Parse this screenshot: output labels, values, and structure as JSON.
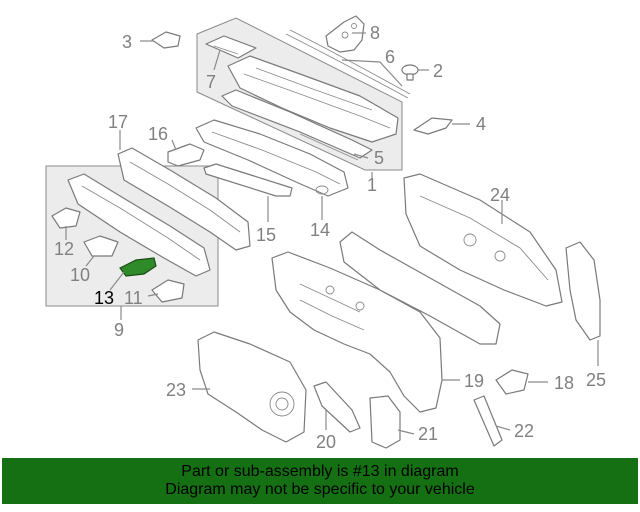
{
  "callouts": [
    {
      "id": "1",
      "text": "1"
    },
    {
      "id": "2",
      "text": "2"
    },
    {
      "id": "3",
      "text": "3"
    },
    {
      "id": "4",
      "text": "4"
    },
    {
      "id": "5",
      "text": "5"
    },
    {
      "id": "6",
      "text": "6"
    },
    {
      "id": "7",
      "text": "7"
    },
    {
      "id": "8",
      "text": "8"
    },
    {
      "id": "9",
      "text": "9"
    },
    {
      "id": "10",
      "text": "10"
    },
    {
      "id": "11",
      "text": "11"
    },
    {
      "id": "12",
      "text": "12"
    },
    {
      "id": "13",
      "text": "13"
    },
    {
      "id": "14",
      "text": "14"
    },
    {
      "id": "15",
      "text": "15"
    },
    {
      "id": "16",
      "text": "16"
    },
    {
      "id": "17",
      "text": "17"
    },
    {
      "id": "18",
      "text": "18"
    },
    {
      "id": "19",
      "text": "19"
    },
    {
      "id": "20",
      "text": "20"
    },
    {
      "id": "21",
      "text": "21"
    },
    {
      "id": "22",
      "text": "22"
    },
    {
      "id": "23",
      "text": "23"
    },
    {
      "id": "24",
      "text": "24"
    },
    {
      "id": "25",
      "text": "25"
    }
  ],
  "highlighted_part": "13",
  "colors": {
    "highlight_part": "#2f8a2a",
    "banner_background": "#157013",
    "line_art": "#7a7a7a",
    "callout_text": "#808080",
    "group_box": "#ececec"
  },
  "banner": {
    "line1": "Part or sub-assembly is #13 in diagram",
    "line2": "Diagram may not be specific to your vehicle"
  }
}
